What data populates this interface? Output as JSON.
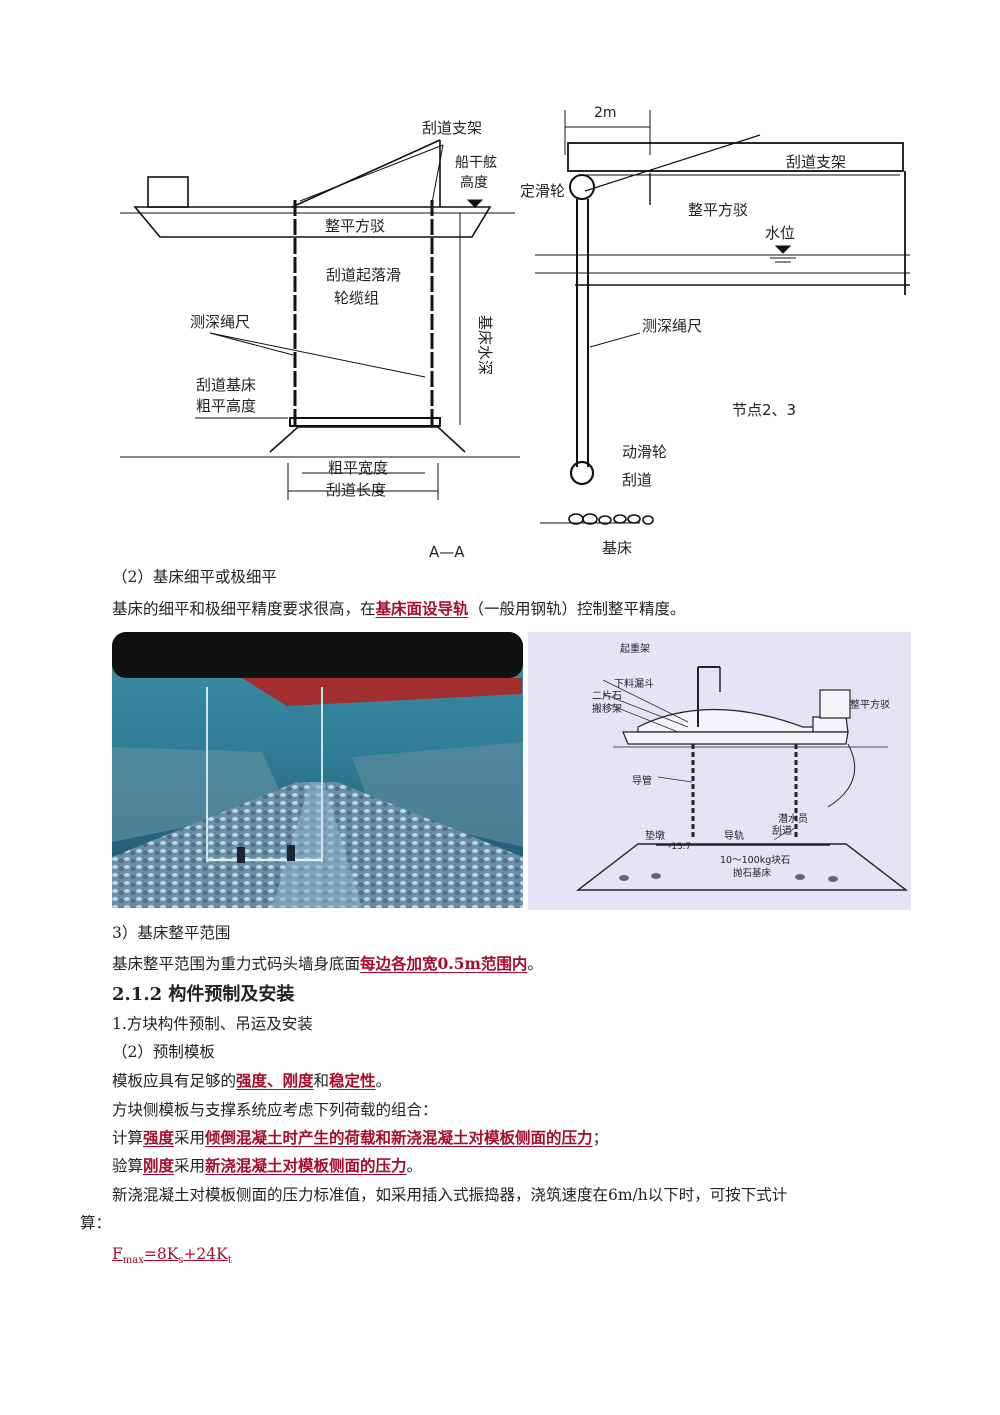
{
  "figure_top": {
    "left_labels": {
      "guadao_zhijia": "刮道支架",
      "chuanganxian": "船干舷",
      "gaodu": "高度",
      "zhengping_fangbo": "整平方驳",
      "qiluo_line1": "刮道起落滑",
      "qiluo_line2": "轮缆组",
      "ceshen": "测深绳尺",
      "jichuang_shuishen": "基床水深",
      "guadao_jichuang1": "刮道基床",
      "guadao_jichuang2": "粗平高度",
      "cuping_kuandu": "粗平宽度",
      "guadao_changdu": "刮道长度",
      "section": "A—A"
    },
    "right_labels": {
      "dim": "2m",
      "guadao_zhijia": "刮道支架",
      "dinghualun": "定滑轮",
      "zhengping_fangbo": "整平方驳",
      "shuiwei": "水位",
      "ceshen": "测深绳尺",
      "jiedian": "节点2、3",
      "donghualun": "动滑轮",
      "guadao": "刮道",
      "jichuang": "基床"
    }
  },
  "para1": "（2）基床细平或极细平",
  "para2": {
    "pre": "基床的细平和极细平精度要求很高，在",
    "hl": "基床面设导轨",
    "post": "（一般用钢轨）控制整平精度。"
  },
  "figure_mid": {
    "labels": {
      "qizhongjia": "起重架",
      "xialiao_loudou": "下料漏斗",
      "erpianshi": "二片石",
      "banyijia": "搬移架",
      "zhengping_fangbo": "整平方驳",
      "daoguan": "导管",
      "daogui": "导轨",
      "qianshuiyuan1": "潜水员",
      "qianshuiyuan2": "刮道",
      "diandun": "垫墩",
      "level": "-13.7",
      "kuaishi": "10～100kg块石",
      "paoshi": "抛石基床"
    }
  },
  "para3": "3）基床整平范围",
  "para4": {
    "pre": "基床整平范围为重力式码头墙身底面",
    "hl": "每边各加宽0.5m范围内",
    "post": "。"
  },
  "heading": "2.1.2 构件预制及安装",
  "para5": "1.方块构件预制、吊运及安装",
  "para6": "（2）预制模板",
  "para7": {
    "pre": "模板应具有足够的",
    "hl1": "强度、刚度",
    "mid": "和",
    "hl2": "稳定性",
    "post": "。"
  },
  "para8": "方块侧模板与支撑系统应考虑下列荷载的组合：",
  "para9": {
    "pre": "计算",
    "hl1": "强度",
    "mid": "采用",
    "hl2": "倾倒混凝土时产生的荷载和新浇混凝土对模板侧面的压力",
    "post": "；"
  },
  "para10": {
    "pre": "验算",
    "hl1": "刚度",
    "mid": "采用",
    "hl2": "新浇混凝土对模板侧面的压力",
    "post": "。"
  },
  "para11a": "新浇混凝土对模板侧面的压力标准值，如采用插入式振捣器，浇筑速度在6m/h以下时，可按下式计",
  "para11b": "算：",
  "formula": {
    "f": "F",
    "max": "max",
    "eq": "=8K",
    "s": "s",
    "plus": "+24K",
    "t": "t"
  }
}
